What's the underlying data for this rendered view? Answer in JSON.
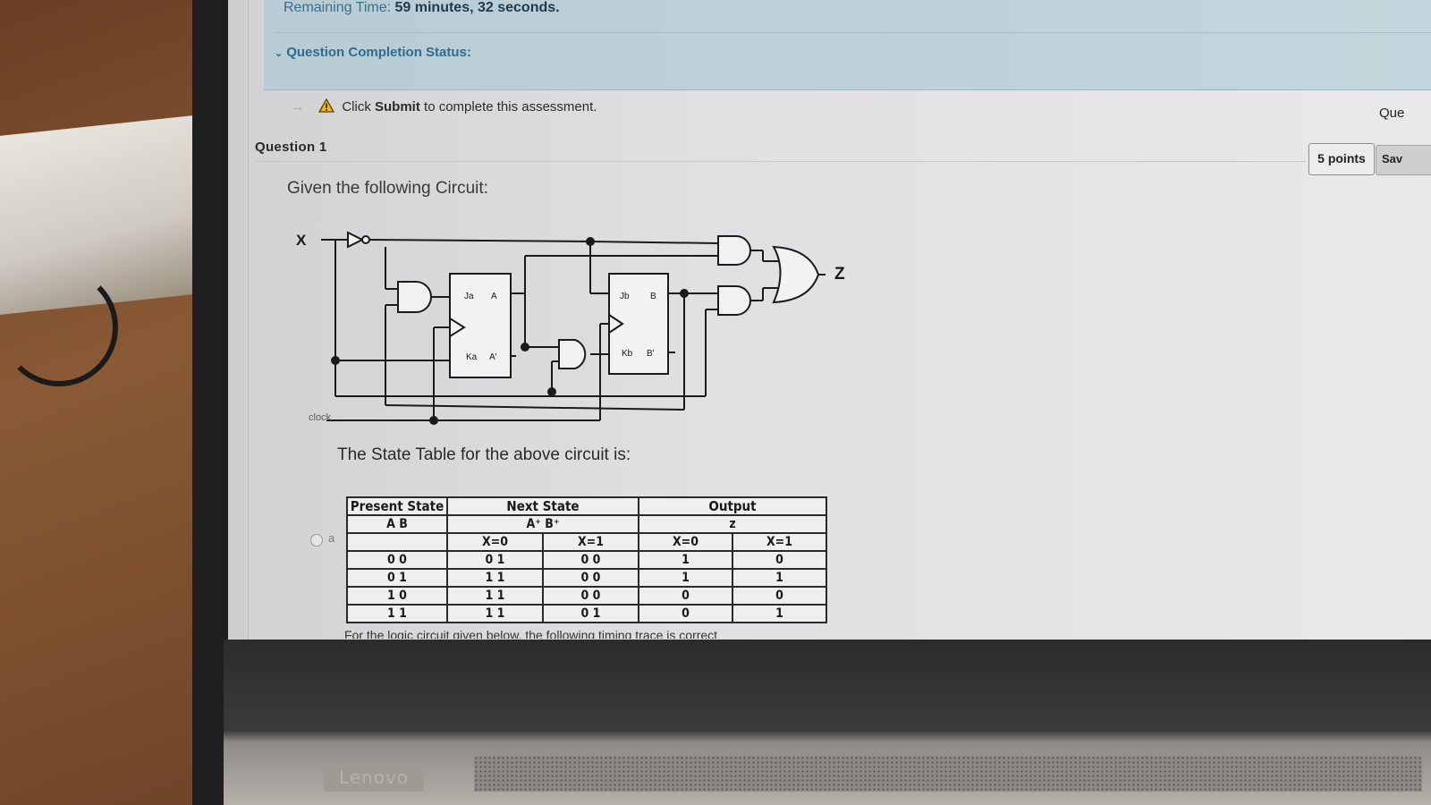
{
  "header": {
    "remaining_label": "Remaining Time:",
    "remaining_value": "59 minutes, 32 seconds.",
    "completion_status": "Question Completion Status:"
  },
  "instruction": {
    "prefix": "Click",
    "submit_word": "Submit",
    "suffix": "to complete this assessment."
  },
  "question_nav_label": "Que",
  "question": {
    "title": "Question 1",
    "points": "5 points",
    "save_label": "Sav",
    "prompt": "Given the following Circuit:",
    "state_caption": "The State Table for the above circuit is:"
  },
  "circuit": {
    "input_label": "X",
    "output_label": "Z",
    "clock_label": "clock",
    "ff_a": {
      "j": "Ja",
      "k": "Ka",
      "q": "A",
      "qn": "A'"
    },
    "ff_b": {
      "j": "Jb",
      "k": "Kb",
      "q": "B",
      "qn": "B'"
    }
  },
  "option": {
    "label": "a"
  },
  "state_table": {
    "headers": {
      "present": "Present State",
      "next": "Next State",
      "output": "Output",
      "present_sub": "A B",
      "next_sub": "A⁺ B⁺",
      "output_sub": "z",
      "x0": "X=0",
      "x1": "X=1",
      "ox0": "X=0",
      "ox1": "X=1"
    },
    "rows": [
      {
        "ps": "0 0",
        "n0": "0 1",
        "n1": "0 0",
        "z0": "1",
        "z1": "0"
      },
      {
        "ps": "0 1",
        "n0": "1 1",
        "n1": "0 0",
        "z0": "1",
        "z1": "1"
      },
      {
        "ps": "1 0",
        "n0": "1 1",
        "n1": "0 0",
        "z0": "0",
        "z1": "0"
      },
      {
        "ps": "1 1",
        "n0": "1 1",
        "n1": "0 1",
        "z0": "0",
        "z1": "1"
      }
    ]
  },
  "cutoff_text": "For the logic circuit given below, the following timing trace is correct",
  "device": {
    "brand": "Lenovo"
  },
  "colors": {
    "accent": "#2d6d8b",
    "panel": "#c4d6dd",
    "warning": "#f2b705"
  }
}
